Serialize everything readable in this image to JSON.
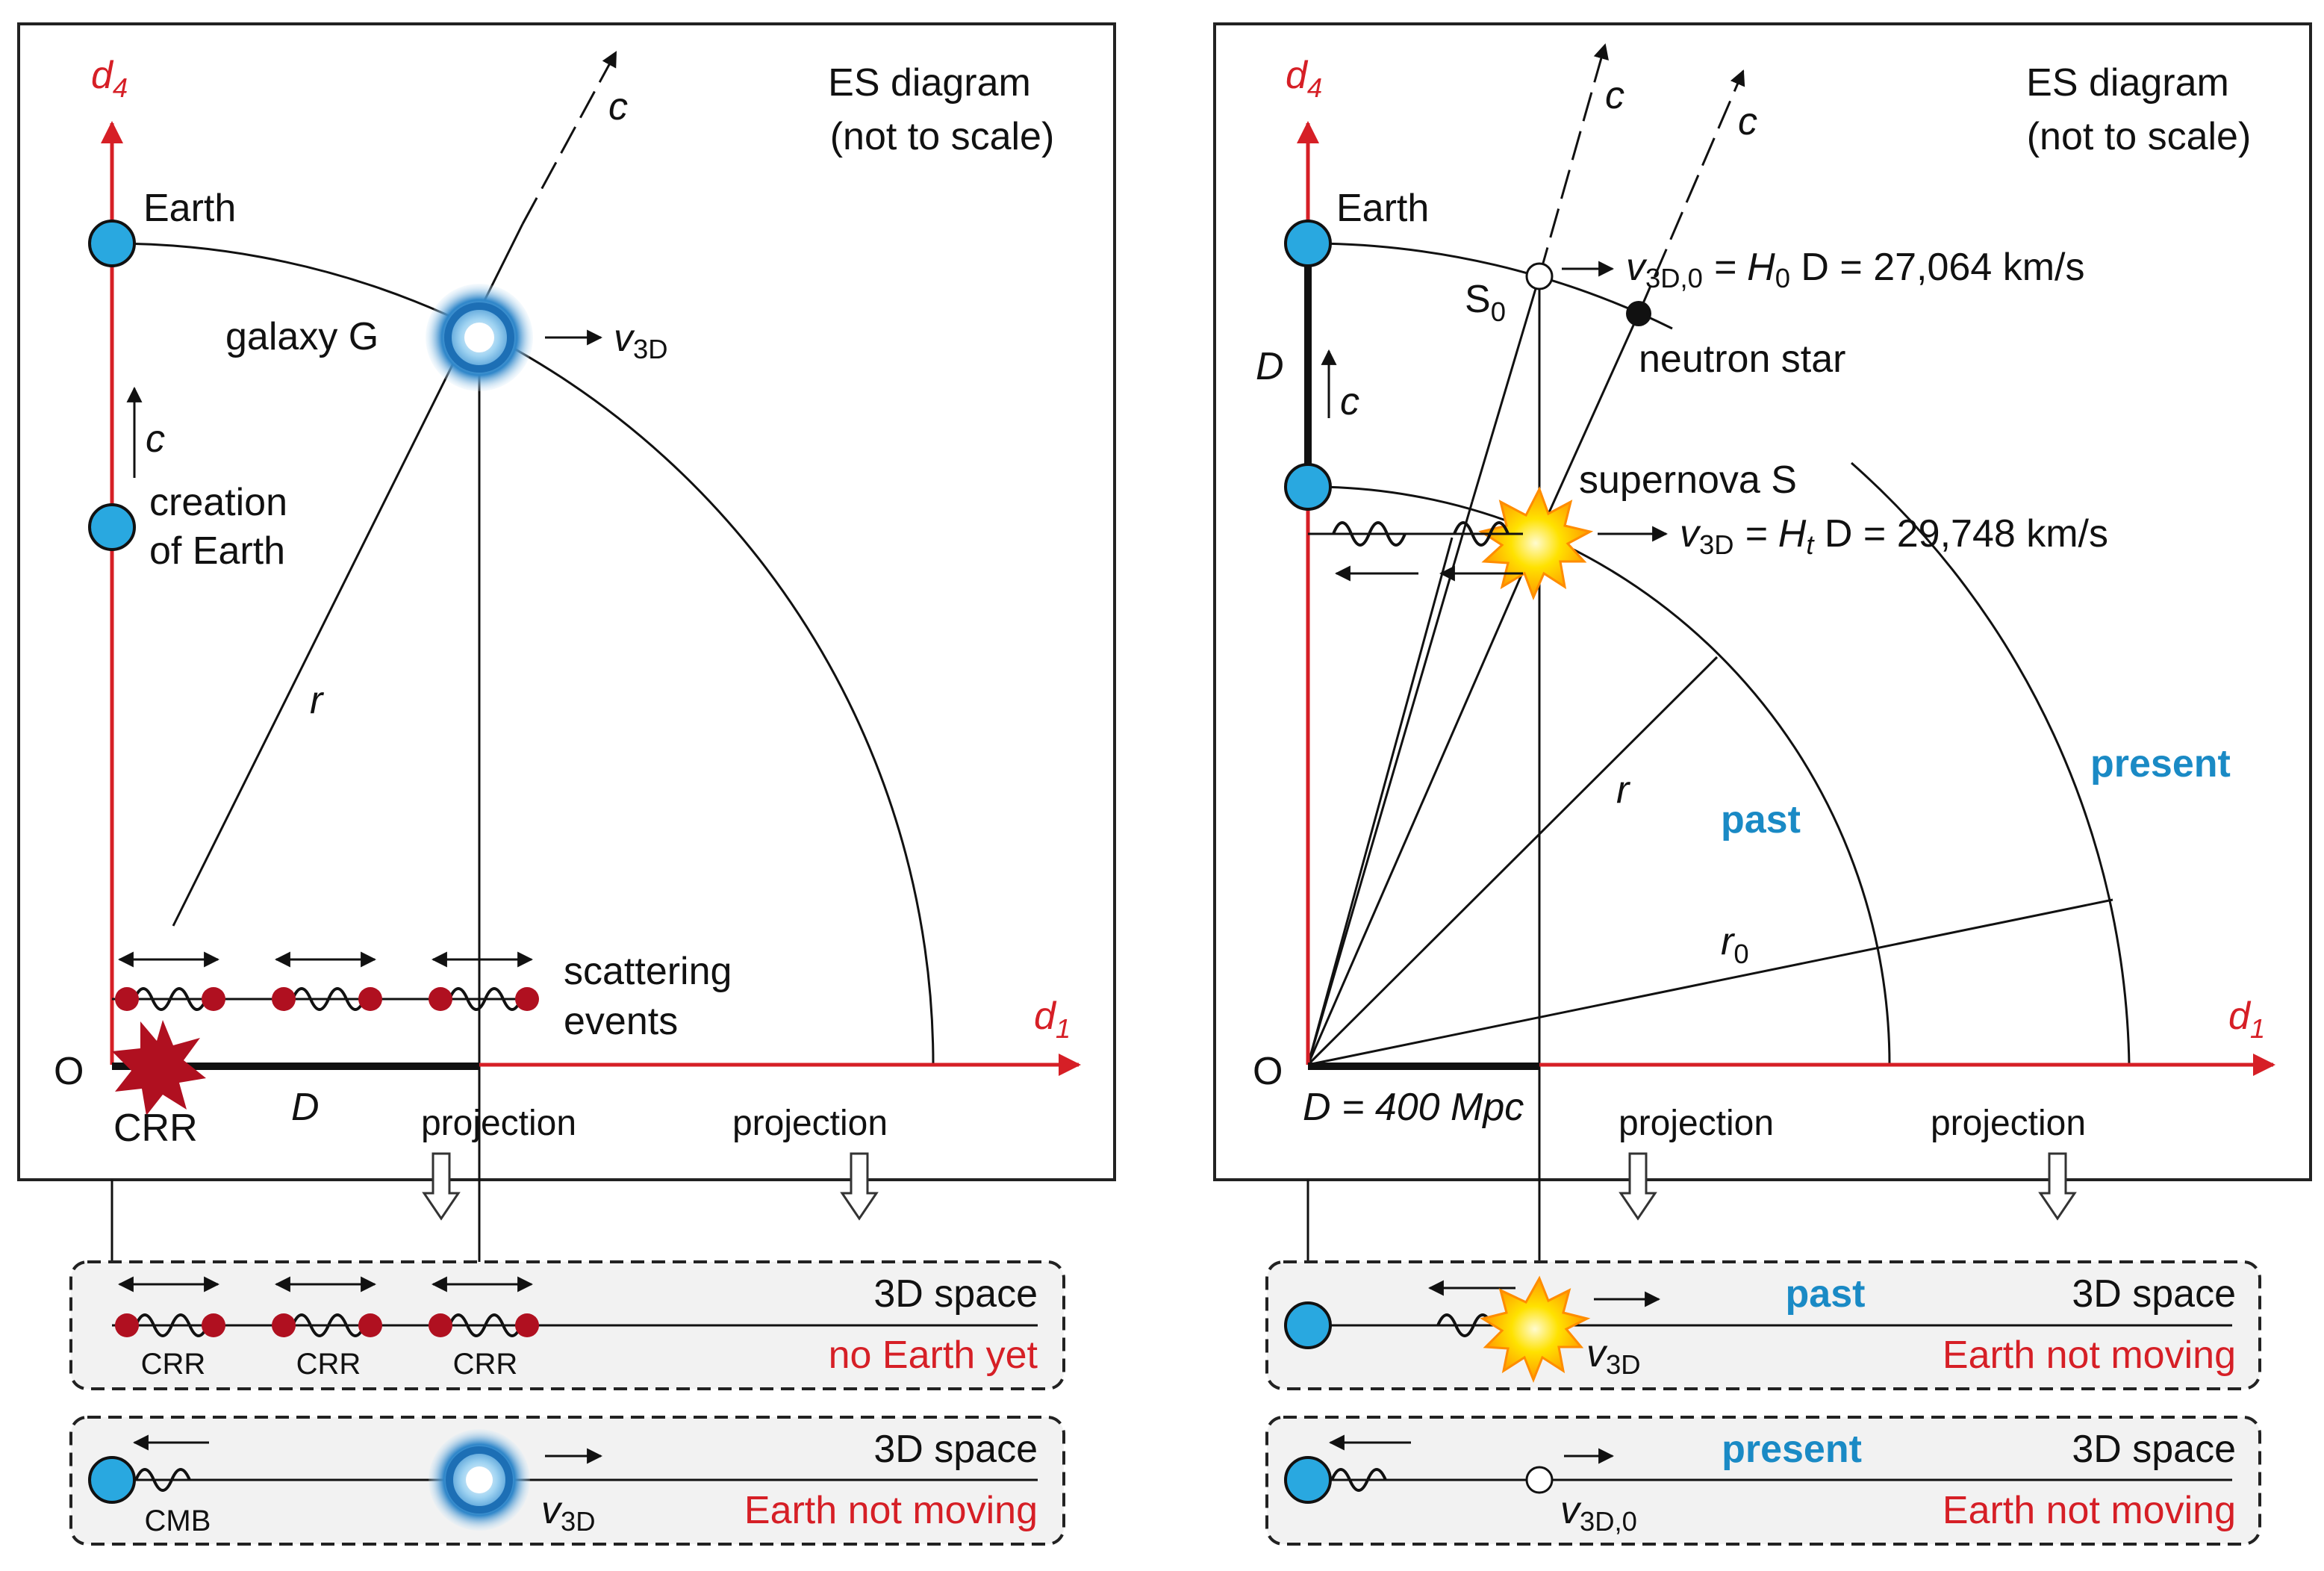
{
  "colors": {
    "axis": "#d61f26",
    "highlight": "#1a8ac5",
    "earth": "#29a8e0",
    "crr": "#b01020",
    "frame": "#222222",
    "box_fill": "#f2f2f2"
  },
  "left": {
    "title_line1": "ES diagram",
    "title_line2": "(not to scale)",
    "axis_d4": "d",
    "axis_d4_sub": "4",
    "axis_d1": "d",
    "axis_d1_sub": "1",
    "origin": "O",
    "earth": "Earth",
    "creation_line1": "creation",
    "creation_line2": "of Earth",
    "c_label": "c",
    "c_ray_label": "c",
    "galaxy": "galaxy G",
    "v3d": "v",
    "v3d_sub": "3D",
    "r_label": "r",
    "scattering_line1": "scattering",
    "scattering_line2": "events",
    "crr": "CRR",
    "d_label": "D",
    "projection1": "projection",
    "projection2": "projection",
    "box1": {
      "space": "3D space",
      "status": "no Earth yet",
      "crr_labels": [
        "CRR",
        "CRR",
        "CRR"
      ]
    },
    "box2": {
      "space": "3D space",
      "status": "Earth not moving",
      "cmb": "CMB",
      "v3d": "v",
      "v3d_sub": "3D"
    }
  },
  "right": {
    "title_line1": "ES diagram",
    "title_line2": "(not to scale)",
    "axis_d4": "d",
    "axis_d4_sub": "4",
    "axis_d1": "d",
    "axis_d1_sub": "1",
    "origin": "O",
    "earth": "Earth",
    "d_label": "D",
    "c_label": "c",
    "c_ray1": "c",
    "c_ray2": "c",
    "s0": "S",
    "s0_sub": "0",
    "v3d0_eq_v": "v",
    "v3d0_eq_sub": "3D,0",
    "v3d0_eq_h": " = H",
    "v3d0_eq_hsub": "0",
    "v3d0_eq_rest": " D = 27,064 km/s",
    "neutron_star": "neutron star",
    "supernova": "supernova S",
    "v3d_eq_v": "v",
    "v3d_eq_sub": "3D",
    "v3d_eq_h": " = H",
    "v3d_eq_hsub": "t",
    "v3d_eq_rest": " D = 29,748 km/s",
    "r_label": "r",
    "r0_label": "r",
    "r0_sub": "0",
    "past": "past",
    "present": "present",
    "d_value": "D = 400 Mpc",
    "projection1": "projection",
    "projection2": "projection",
    "box1": {
      "epoch": "past",
      "space": "3D space",
      "status": "Earth not moving",
      "v3d": "v",
      "v3d_sub": "3D"
    },
    "box2": {
      "epoch": "present",
      "space": "3D space",
      "status": "Earth not moving",
      "v3d": "v",
      "v3d_sub": "3D,0"
    }
  }
}
